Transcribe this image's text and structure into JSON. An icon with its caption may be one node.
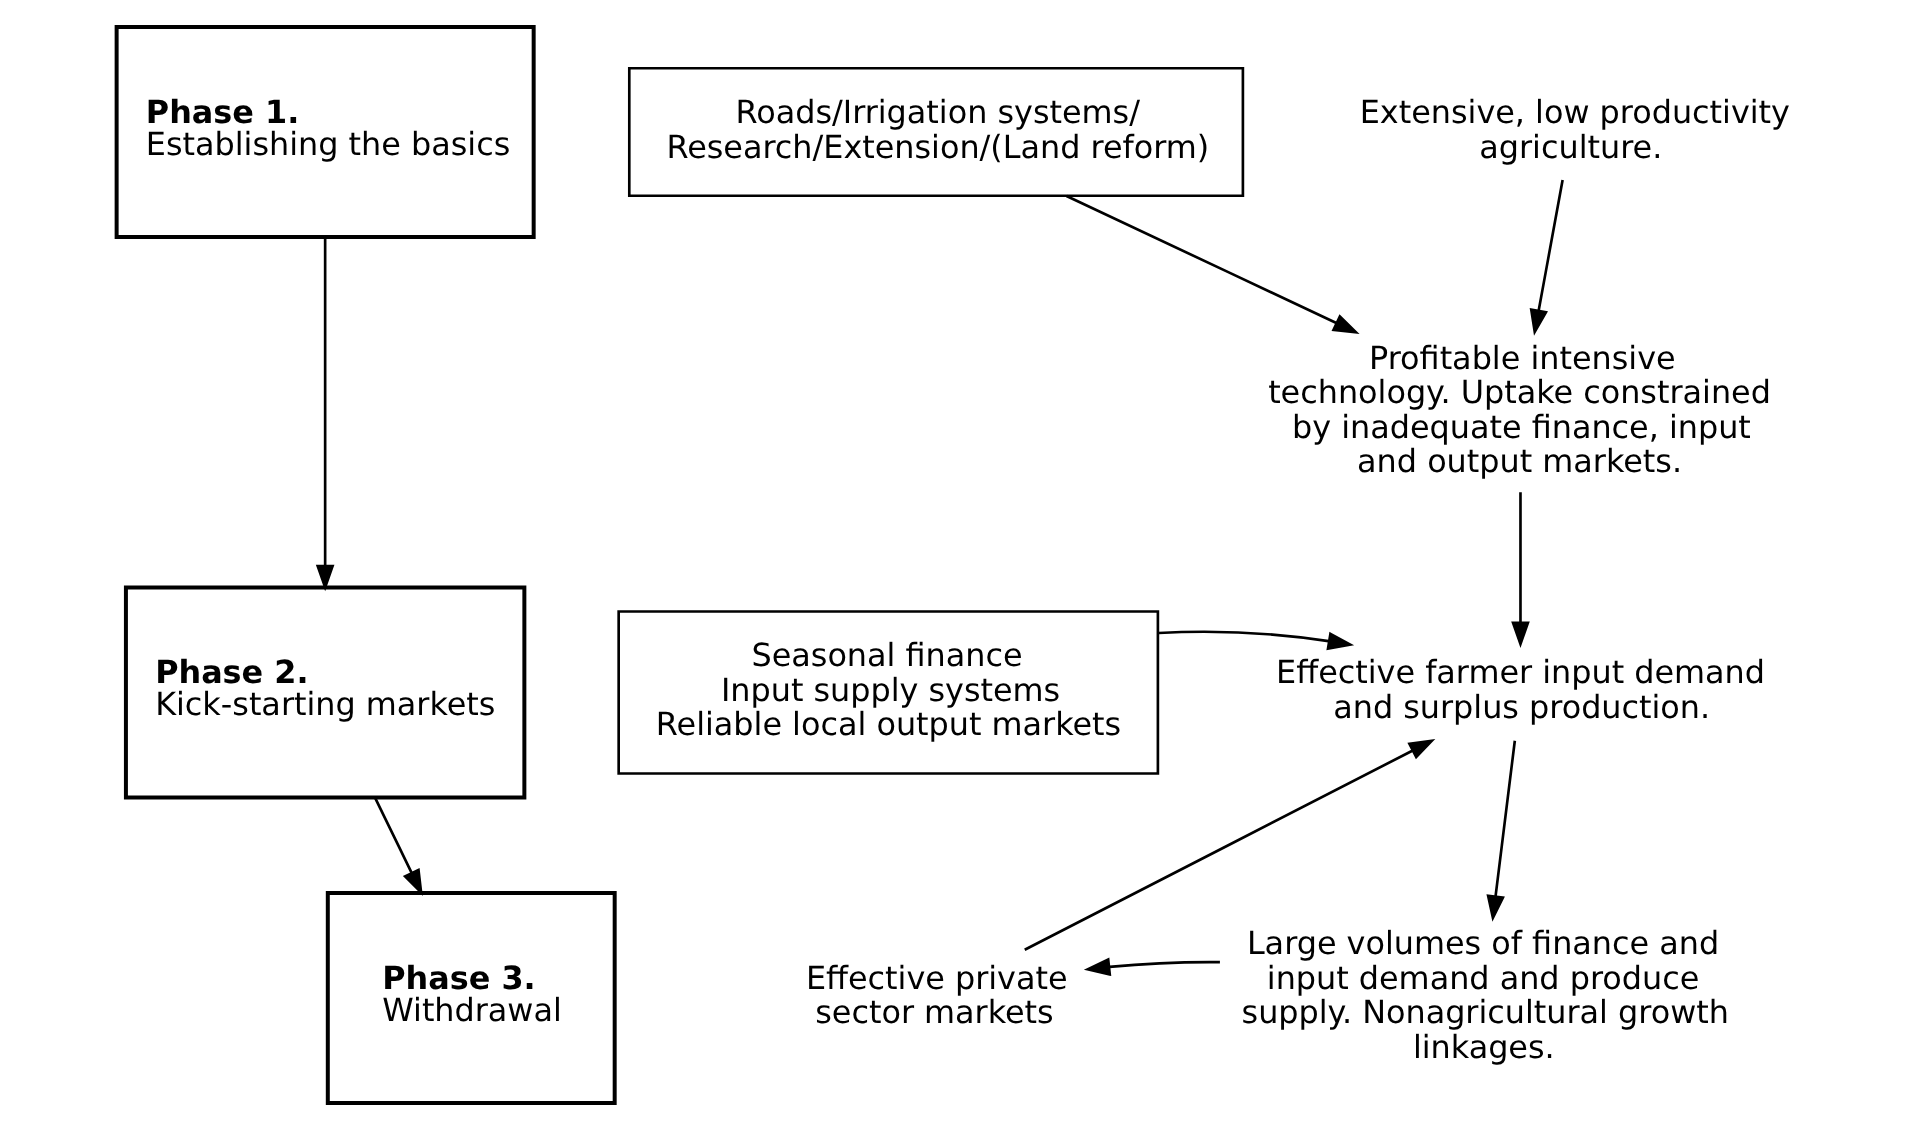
{
  "diagram": {
    "nodes": [
      {
        "text": [
          "Phase 1.",
          "Establishing the basics"
        ]
      },
      {
        "text": [
          "Phase 2.",
          "Kick-starting markets"
        ]
      },
      {
        "text": [
          "Phase 3.",
          "Withdrawal"
        ]
      },
      {
        "text": [
          "Roads/Irrigation systems/ Research/Extension/(Land reform)"
        ]
      },
      {
        "text": [
          "Seasonal finance",
          "Input supply systems",
          "Reliable local output markets"
        ]
      },
      {
        "text": [
          "Extensive, low productivity agriculture."
        ]
      },
      {
        "text": [
          "Profitable intensive technology. Uptake constrained by inadequate finance, input and output markets."
        ]
      },
      {
        "text": [
          "Effective farmer input demand and surplus production."
        ]
      },
      {
        "text": [
          "Large volumes of finance and input demand and produce supply. Nonagricultural growth linkages."
        ]
      },
      {
        "text": [
          "Effective private sector markets"
        ]
      }
    ],
    "edges": [
      {
        "from": 0,
        "to": 1,
        "arrow": "to"
      },
      {
        "from": 1,
        "to": 2,
        "arrow": "to"
      },
      {
        "from": 5,
        "to": 6,
        "arrow": "to"
      },
      {
        "from": 3,
        "to": 6,
        "arrow": "to"
      },
      {
        "from": 6,
        "to": 7,
        "arrow": "to"
      },
      {
        "from": 4,
        "to": 7,
        "arrow": "to"
      },
      {
        "from": 9,
        "to": 7,
        "arrow": "to"
      },
      {
        "from": 7,
        "to": 8,
        "arrow": "to"
      },
      {
        "from": 8,
        "to": 9,
        "arrow": "to"
      }
    ]
  }
}
